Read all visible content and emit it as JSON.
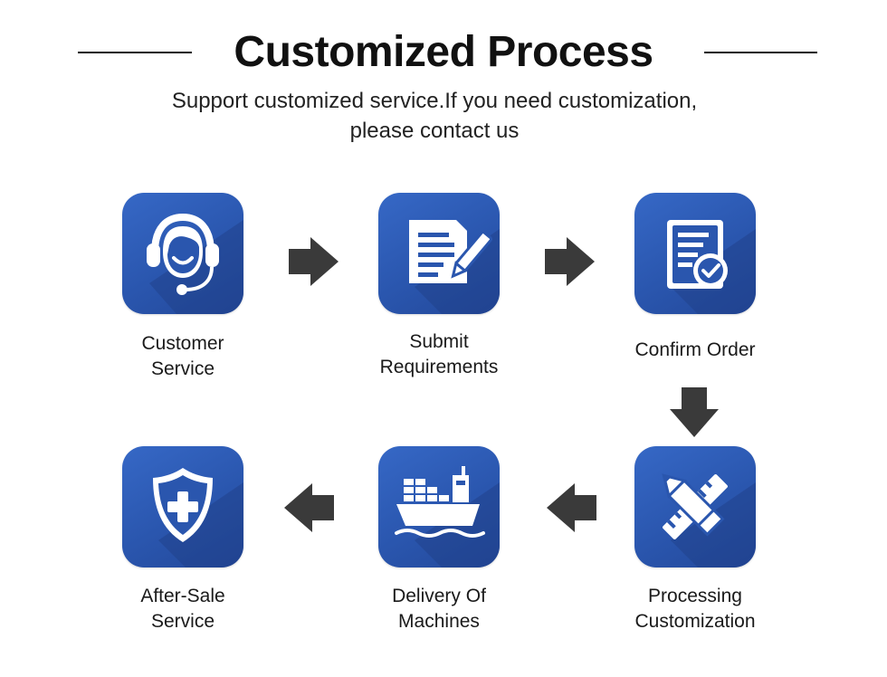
{
  "header": {
    "title": "Customized Process",
    "subtitle": "Support customized service.If you need customization, please contact us"
  },
  "steps": [
    {
      "label": "Customer\nService",
      "icon": "headset-icon"
    },
    {
      "label": "Submit\nRequirements",
      "icon": "document-pen-icon"
    },
    {
      "label": "Confirm Order",
      "icon": "checklist-icon"
    },
    {
      "label": "Processing\nCustomization",
      "icon": "pencil-ruler-icon"
    },
    {
      "label": "Delivery Of\nMachines",
      "icon": "cargo-ship-icon"
    },
    {
      "label": "After-Sale\nService",
      "icon": "shield-plus-icon"
    }
  ],
  "colors": {
    "icon_tile": "#2a56ae",
    "arrow": "#3a3a3a",
    "text": "#1a1a1a"
  }
}
